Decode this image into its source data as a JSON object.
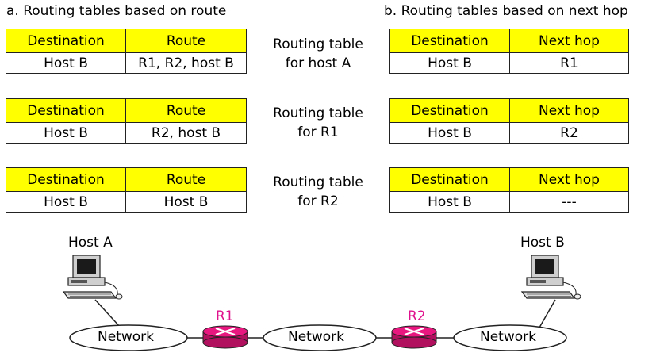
{
  "titles": {
    "left": "a. Routing tables based on route",
    "right": "b. Routing tables based on next hop"
  },
  "route_tables": [
    {
      "header": [
        "Destination",
        "Route"
      ],
      "row": [
        "Host B",
        "R1, R2, host B"
      ]
    },
    {
      "header": [
        "Destination",
        "Route"
      ],
      "row": [
        "Host B",
        "R2, host B"
      ]
    },
    {
      "header": [
        "Destination",
        "Route"
      ],
      "row": [
        "Host B",
        "Host B"
      ]
    }
  ],
  "nexthop_tables": [
    {
      "header": [
        "Destination",
        "Next hop"
      ],
      "row": [
        "Host B",
        "R1"
      ]
    },
    {
      "header": [
        "Destination",
        "Next hop"
      ],
      "row": [
        "Host B",
        "R2"
      ]
    },
    {
      "header": [
        "Destination",
        "Next hop"
      ],
      "row": [
        "Host B",
        "---"
      ]
    }
  ],
  "middle_labels": [
    {
      "line1": "Routing table",
      "line2": "for host A"
    },
    {
      "line1": "Routing table",
      "line2": "for R1"
    },
    {
      "line1": "Routing table",
      "line2": "for R2"
    }
  ],
  "topology": {
    "host_a": "Host A",
    "host_b": "Host B",
    "router1": "R1",
    "router2": "R2",
    "networks": [
      "Network",
      "Network",
      "Network"
    ]
  },
  "colors": {
    "header_fill": "#ffff00",
    "router_fill": "#e8177f",
    "router_label": "#e0118c"
  }
}
